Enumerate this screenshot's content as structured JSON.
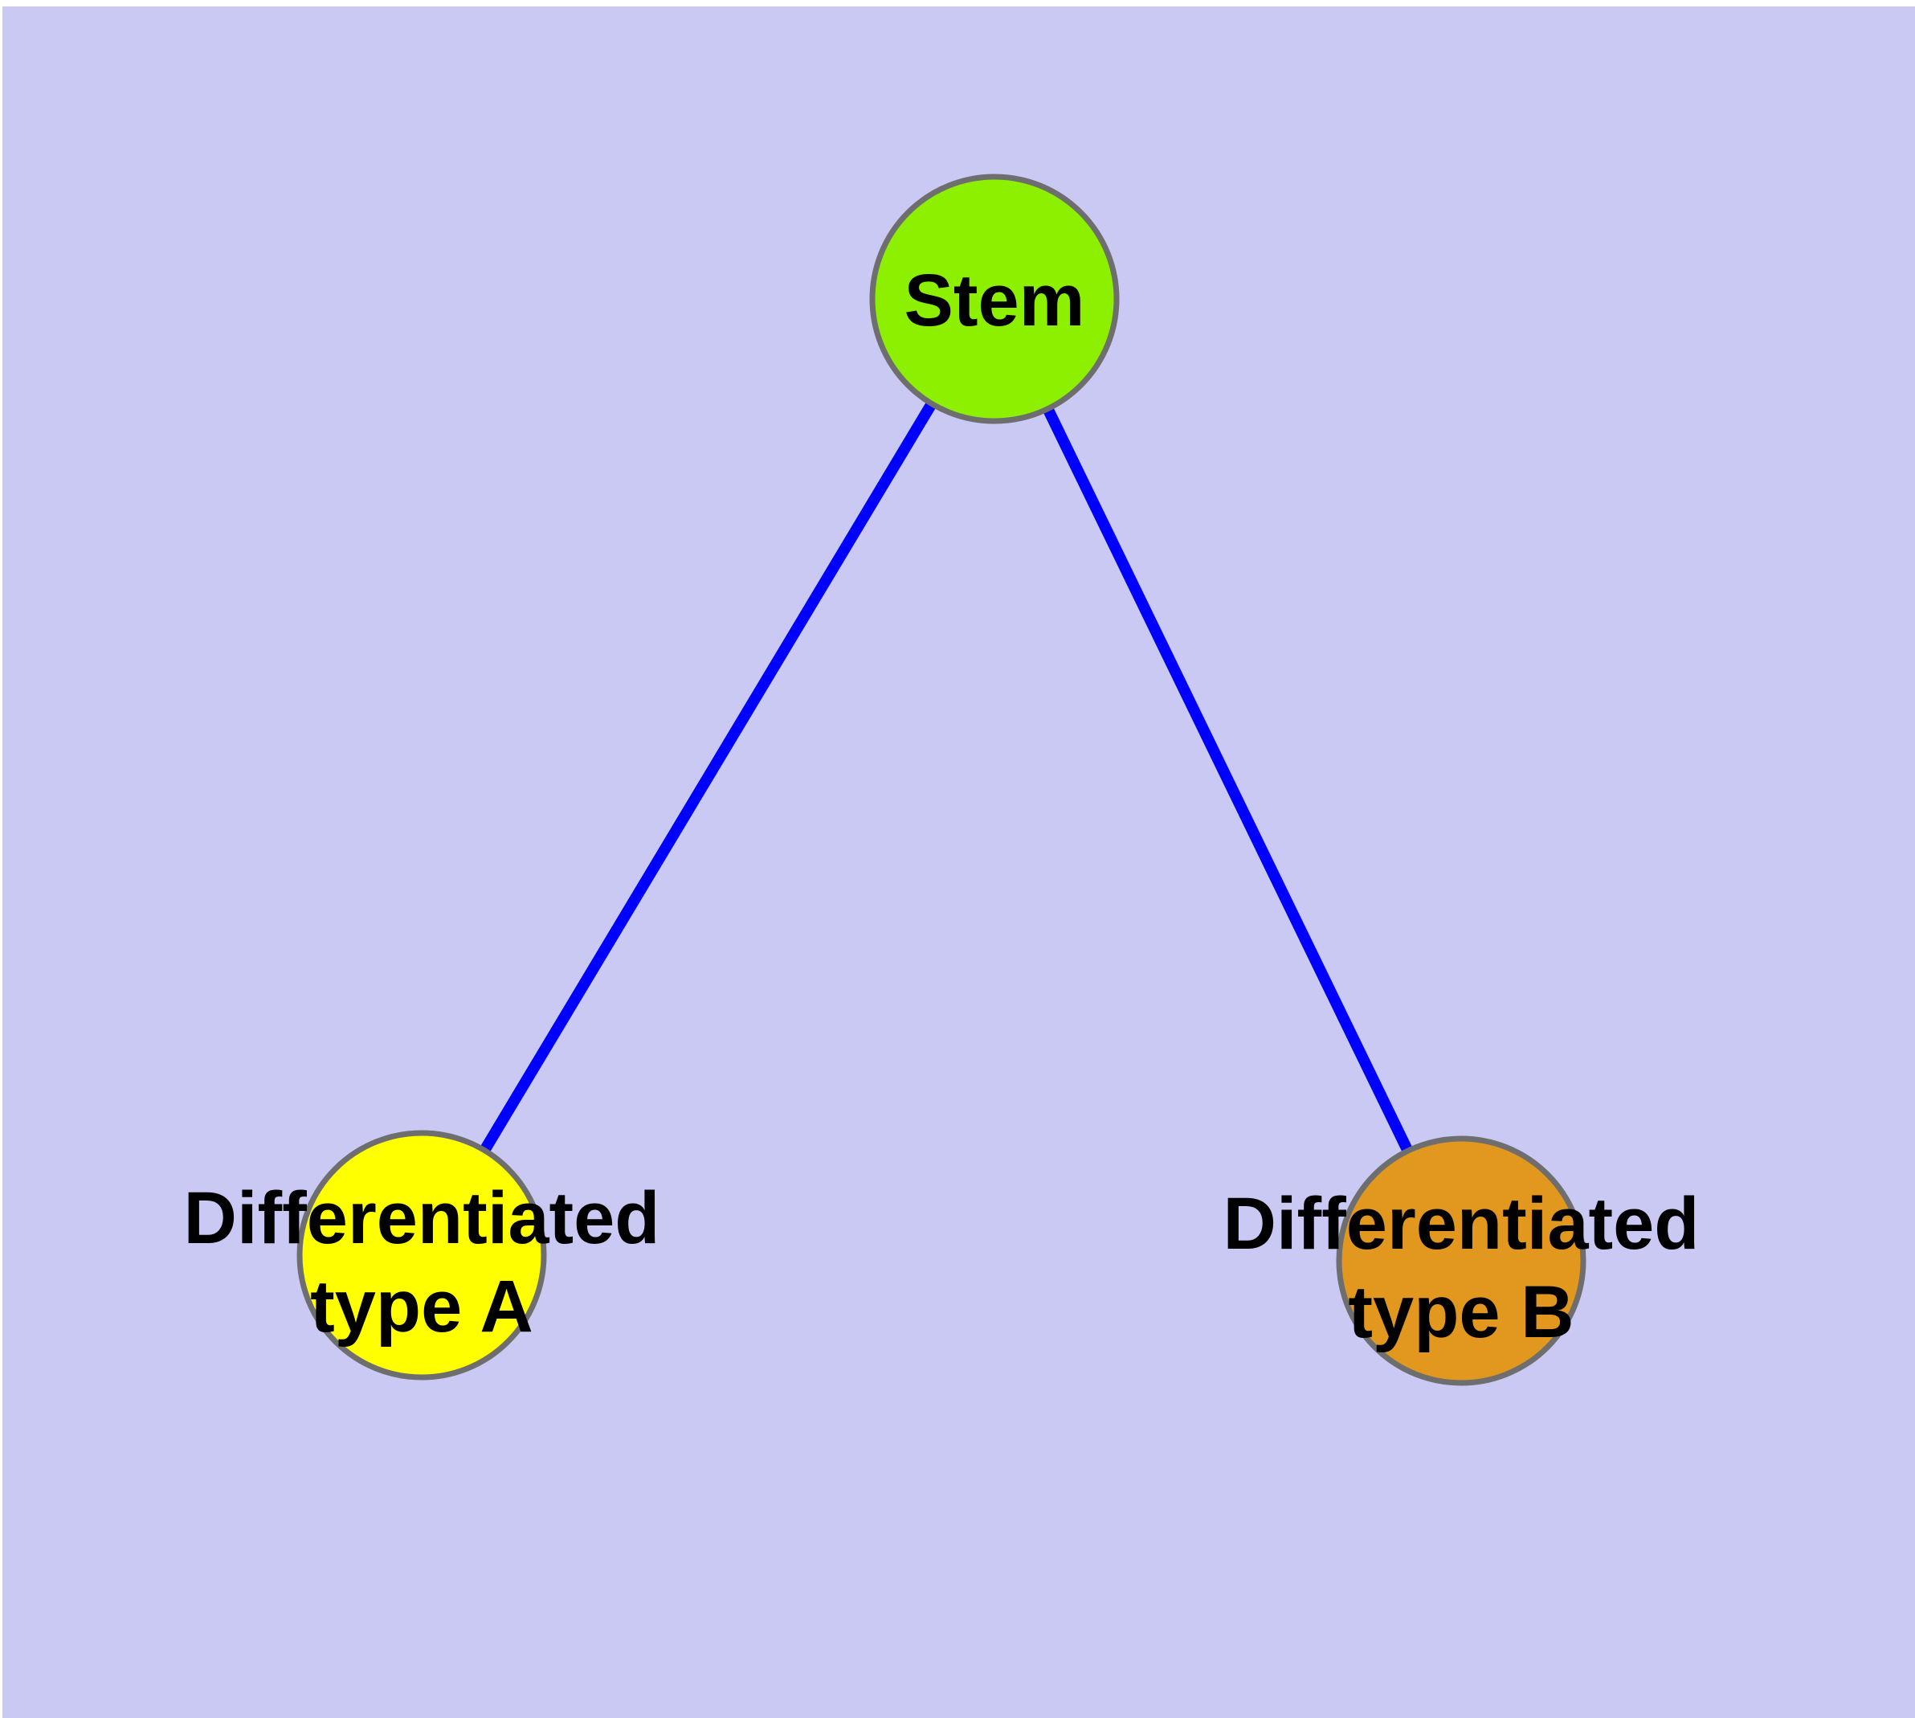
{
  "canvas": {
    "background_color": "#c9c9f3",
    "margin_color": "#ffffff",
    "node_border_color": "#6e6e6e",
    "label_color": "#000000"
  },
  "diagram": {
    "type": "node-link-graph",
    "title": "",
    "nodes": [
      {
        "id": "stem",
        "label": "Stem",
        "label_lines": [
          "Stem"
        ],
        "color": "#8cf000"
      },
      {
        "id": "type-a",
        "label": "Differentiated type A",
        "label_lines": [
          "Differentiated",
          "type A"
        ],
        "color": "#ffff00"
      },
      {
        "id": "type-b",
        "label": "Differentiated type B",
        "label_lines": [
          "Differentiated",
          "type B"
        ],
        "color": "#e2981f"
      }
    ],
    "edges": {
      "color": "#0000ff",
      "list": [
        {
          "from": "stem",
          "to": "type-a"
        },
        {
          "from": "stem",
          "to": "type-b"
        }
      ]
    }
  }
}
